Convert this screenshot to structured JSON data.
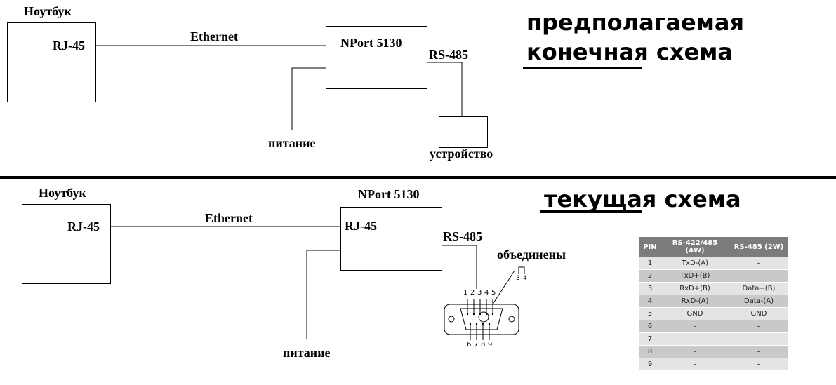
{
  "top": {
    "laptop": "Ноутбук",
    "rj45": "RJ-45",
    "ethernet": "Ethernet",
    "nport": "NPort 5130",
    "rs485": "RS-485",
    "power": "питание",
    "device": "устройство",
    "title_line1": "предполагаемая",
    "title_line2": "конечная схема"
  },
  "bottom": {
    "laptop": "Ноутбук",
    "rj45": "RJ-45",
    "ethernet": "Ethernet",
    "nport": "NPort 5130",
    "nport_rj45": "RJ-45",
    "rs485": "RS-485",
    "power": "питание",
    "joined": "объединены",
    "title": "текущая схема",
    "joined_pins": [
      "3",
      "4"
    ],
    "connector_top_pins": [
      "1",
      "2",
      "3",
      "4",
      "5"
    ],
    "connector_bottom_pins": [
      "6",
      "7",
      "8",
      "9"
    ]
  },
  "pin_table": {
    "headers": [
      "PIN",
      "RS-422/485 (4W)",
      "RS-485 (2W)"
    ],
    "rows": [
      [
        "1",
        "TxD-(A)",
        "–"
      ],
      [
        "2",
        "TxD+(B)",
        "–"
      ],
      [
        "3",
        "RxD+(B)",
        "Data+(B)"
      ],
      [
        "4",
        "RxD-(A)",
        "Data-(A)"
      ],
      [
        "5",
        "GND",
        "GND"
      ],
      [
        "6",
        "–",
        "–"
      ],
      [
        "7",
        "–",
        "–"
      ],
      [
        "8",
        "–",
        "–"
      ],
      [
        "9",
        "–",
        "–"
      ]
    ]
  }
}
